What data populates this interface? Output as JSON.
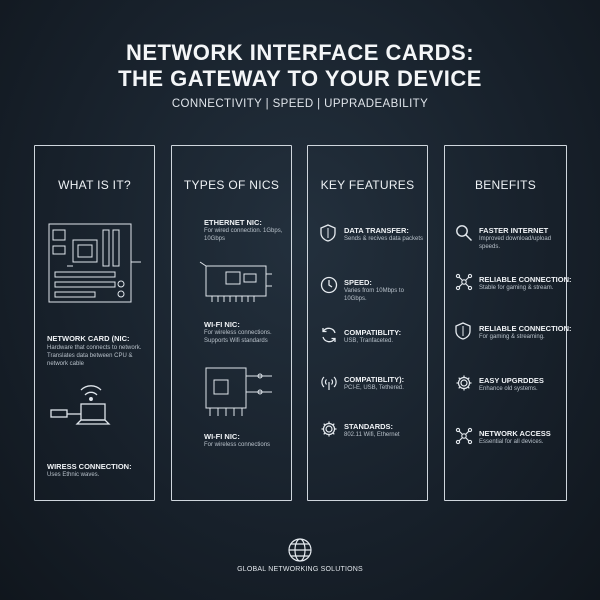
{
  "header": {
    "title_line1": "NETWORK INTERFACE CARDS:",
    "title_line2": "THE GATEWAY TO YOUR DEVICE",
    "tagline": "CONNECTIVITY | SPEED | UPPRADEABILITY"
  },
  "columns": [
    {
      "heading": "WHAT IS IT?",
      "items": [
        {
          "title": "NETWORK CARD (NIC:",
          "desc": "Hardware that connects to network. Translates data between CPU & network cable"
        },
        {
          "title": "WIRESS CONNECTION:",
          "desc": "Uses Ethnic waves."
        }
      ]
    },
    {
      "heading": "TYPES OF NICS",
      "items": [
        {
          "title": "ETHERNET NIC:",
          "desc": "For wired connection. 1Gbps, 10Gbps"
        },
        {
          "title": "WI-FI NIC:",
          "desc": "For wireless connections. Supports Wifi standards"
        },
        {
          "title": "WI-FI NIC:",
          "desc": "For wireless connections"
        }
      ]
    },
    {
      "heading": "KEY FEATURES",
      "items": [
        {
          "title": "DATA TRANSFER:",
          "desc": "Sends & recives data packets",
          "icon": "shield-icon"
        },
        {
          "title": "SPEED:",
          "desc": "Varies from 10Mbps to 10Gbps.",
          "icon": "clock-icon"
        },
        {
          "title": "COMPATIBLITY:",
          "desc": "USB, Tranfaceted.",
          "icon": "refresh-icon"
        },
        {
          "title": "COMPATIBLITY):",
          "desc": "PCI-E, USB, Tethered.",
          "icon": "wireless-signal-icon"
        },
        {
          "title": "STANDARDS:",
          "desc": "802.11 Wifi, Ethernet",
          "icon": "gear-icon"
        }
      ]
    },
    {
      "heading": "BENEFITS",
      "items": [
        {
          "title": "FASTER INTERNET",
          "desc": "Improved download/upload speeds.",
          "icon": "search-icon"
        },
        {
          "title": "RELIABLE CONNECTION:",
          "desc": "Stable for gaming & stream.",
          "icon": "network-nodes-icon"
        },
        {
          "title": "RELIABLE CONNECTION:",
          "desc": "For gaming & streaming.",
          "icon": "shield-icon"
        },
        {
          "title": "EASY UPGRDDES",
          "desc": "Enhance old systems.",
          "icon": "gear-icon"
        },
        {
          "title": "NETWORK ACCESS",
          "desc": "Essential for all devices.",
          "icon": "network-nodes-icon"
        }
      ]
    }
  ],
  "footer": {
    "brand": "GLOBAL NETWORKING SOLUTIONS",
    "icon": "globe-icon"
  }
}
